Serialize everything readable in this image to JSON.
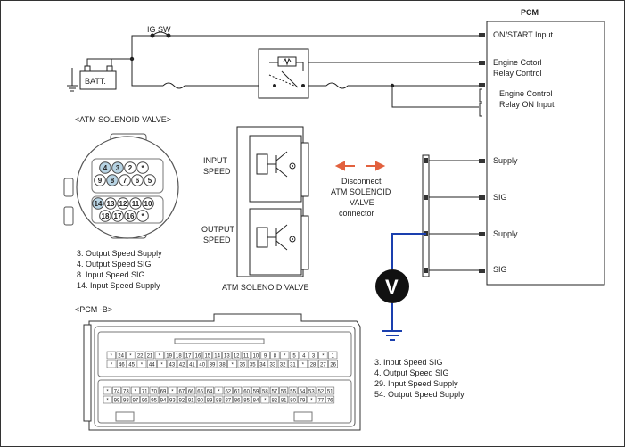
{
  "pcm": {
    "title": "PCM",
    "labels": {
      "on_start": "ON/START Input",
      "ecr_control_1": "Engine Cotorl",
      "ecr_control_2": "Relay Control",
      "ecr_on_1": "Engine Control",
      "ecr_on_2": "Relay ON Input",
      "supply_1": "Supply",
      "sig_1": "SIG",
      "supply_2": "Supply",
      "sig_2": "SIG"
    }
  },
  "power": {
    "ig_sw": "IG SW",
    "batt": "BATT."
  },
  "atm_connector": {
    "title": "<ATM SOLENOID VALVE>",
    "row1": [
      "4",
      "3",
      "2",
      "*"
    ],
    "row2": [
      "9",
      "8",
      "7",
      "6",
      "5"
    ],
    "row3": [
      "14",
      "13",
      "12",
      "11",
      "10"
    ],
    "row4": [
      "18",
      "17",
      "16",
      "*"
    ],
    "legend": [
      "3. Output Speed Supply",
      "4. Output Speed SIG",
      "8. Input Speed SIG",
      "14. Input Speed Supply"
    ]
  },
  "solenoid_block": {
    "input_speed_1": "INPUT",
    "input_speed_2": "SPEED",
    "output_speed_1": "OUTPUT",
    "output_speed_2": "SPEED",
    "caption": "ATM SOLENOID VALVE"
  },
  "disconnect": {
    "line1": "Disconnect",
    "line2": "ATM SOLENOID",
    "line3": "VALVE",
    "line4": "connector"
  },
  "meter": {
    "symbol": "V"
  },
  "pcm_b": {
    "title": "<PCM -B>",
    "row1": [
      "*",
      "24",
      "*",
      "22",
      "21",
      "*",
      "19",
      "18",
      "17",
      "16",
      "15",
      "14",
      "13",
      "12",
      "11",
      "10",
      "9",
      "8",
      "*",
      "5",
      "4",
      "3",
      "*",
      "1"
    ],
    "row2": [
      "*",
      "46",
      "45",
      "*",
      "44",
      "*",
      "43",
      "42",
      "41",
      "40",
      "39",
      "38",
      "*",
      "36",
      "35",
      "34",
      "33",
      "32",
      "31",
      "*",
      "28",
      "27",
      "26"
    ],
    "row3": [
      "*",
      "74",
      "73",
      "*",
      "71",
      "70",
      "69",
      "*",
      "67",
      "66",
      "65",
      "64",
      "*",
      "62",
      "61",
      "60",
      "59",
      "58",
      "57",
      "56",
      "55",
      "54",
      "53",
      "52",
      "51"
    ],
    "row4": [
      "*",
      "99",
      "98",
      "97",
      "96",
      "95",
      "94",
      "93",
      "92",
      "91",
      "90",
      "89",
      "88",
      "87",
      "86",
      "85",
      "84",
      "*",
      "82",
      "81",
      "80",
      "79",
      "*",
      "77",
      "76"
    ],
    "legend": [
      "3. Input Speed SIG",
      "4. Output Speed SIG",
      "29. Input Speed Supply",
      "54. Output Speed Supply"
    ]
  }
}
